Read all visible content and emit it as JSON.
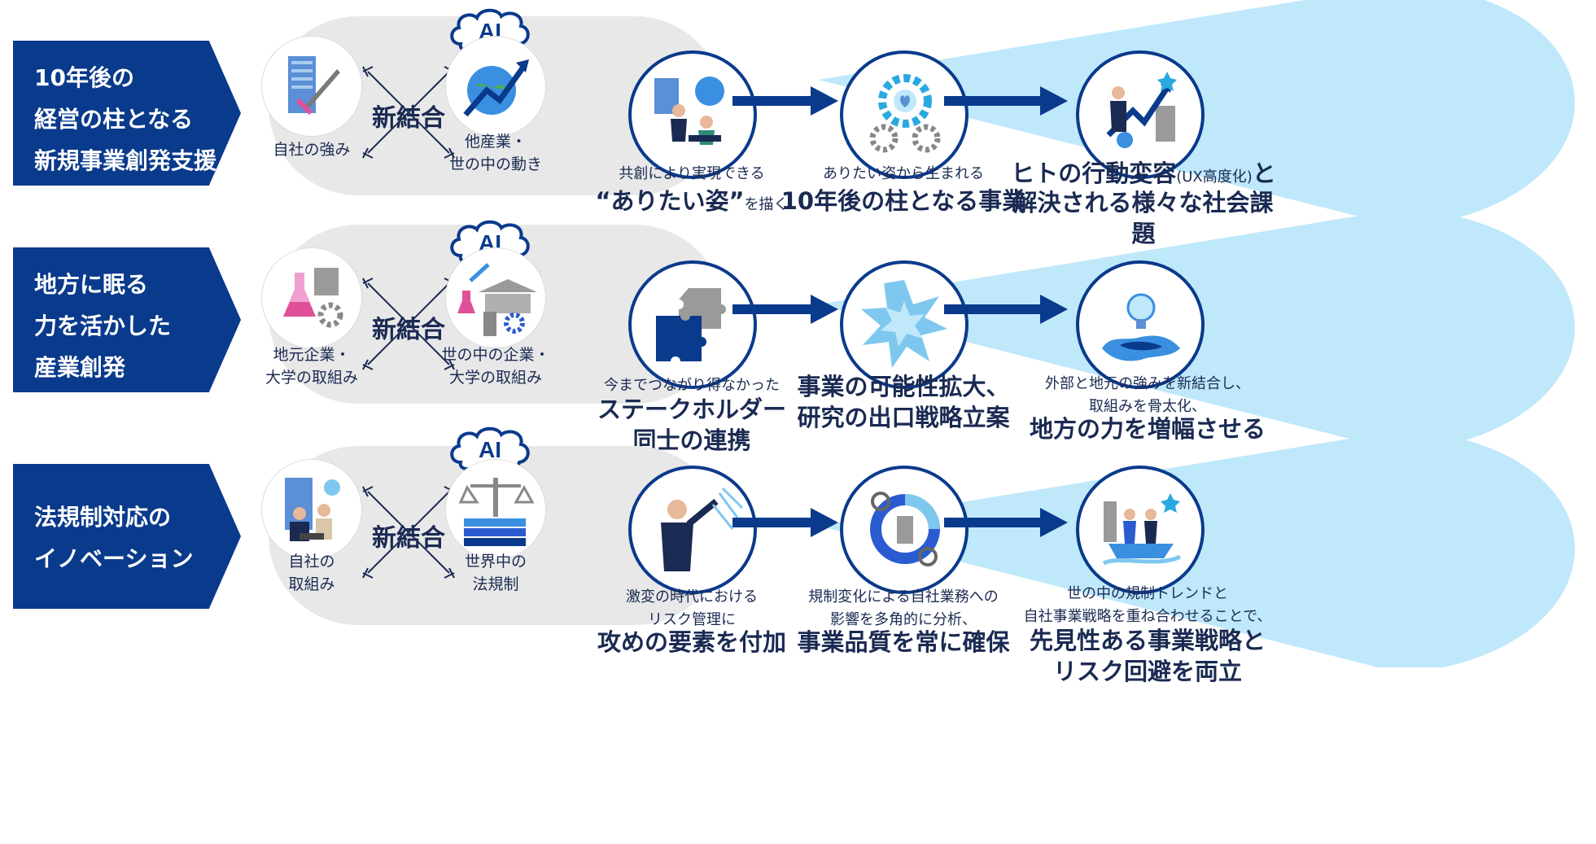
{
  "colors": {
    "navy": "#0a3a8c",
    "light_blue": "#bfe8fb",
    "pill_gray": "#e8e8e8"
  },
  "rows": [
    {
      "banner": "10年後の\n経営の柱となる\n新規事業創発支援",
      "ai": "AI",
      "combine": "新結合",
      "left_label": "自社の強み",
      "right_label": "他産業・\n世の中の動き",
      "step1_small": "共創により実現できる",
      "step1_large_a": "“ありたい姿”",
      "step1_large_b": "を描く",
      "step2_small": "ありたい姿から生まれる",
      "step2_large": "10年後の柱となる事業",
      "step3_large_a": "ヒトの行動変容",
      "step3_paren": "(UX高度化)",
      "step3_large_b": "と",
      "step3_large_c": "解決される様々な社会課題"
    },
    {
      "banner": "地方に眠る\n力を活かした\n産業創発",
      "ai": "AI",
      "combine": "新結合",
      "left_label": "地元企業・\n大学の取組み",
      "right_label": "世の中の企業・\n大学の取組み",
      "step1_small": "今までつながり得なかった",
      "step1_large": "ステークホルダー\n同士の連携",
      "step2_large": "事業の可能性拡大、\n研究の出口戦略立案",
      "step3_small": "外部と地元の強みを新結合し、\n取組みを骨太化、",
      "step3_large": "地方の力を増幅させる"
    },
    {
      "banner": "法規制対応の\nイノベーション",
      "ai": "AI",
      "combine": "新結合",
      "left_label": "自社の\n取組み",
      "right_label": "世界中の\n法規制",
      "step1_small": "激変の時代における\nリスク管理に",
      "step1_large": "攻めの要素を付加",
      "step2_small": "規制変化による自社業務への\n影響を多角的に分析、",
      "step2_large": "事業品質を常に確保",
      "step3_small": "世の中の規制トレンドと\n自社事業戦略を重ね合わせることで、",
      "step3_large": "先見性ある事業戦略と\nリスク回避を両立"
    }
  ],
  "icons": {
    "row1": [
      "building-sword-icon",
      "globe-growth-icon",
      "meeting-people-icon",
      "gear-heart-icon",
      "businessman-growth-icon"
    ],
    "row2": [
      "flask-factory-icon",
      "university-network-icon",
      "puzzle-pieces-icon",
      "burst-icon",
      "lightbulb-splash-icon"
    ],
    "row3": [
      "office-worker-icon",
      "scales-books-icon",
      "presenter-icon",
      "magnifier-chart-icon",
      "team-boat-icon"
    ]
  }
}
